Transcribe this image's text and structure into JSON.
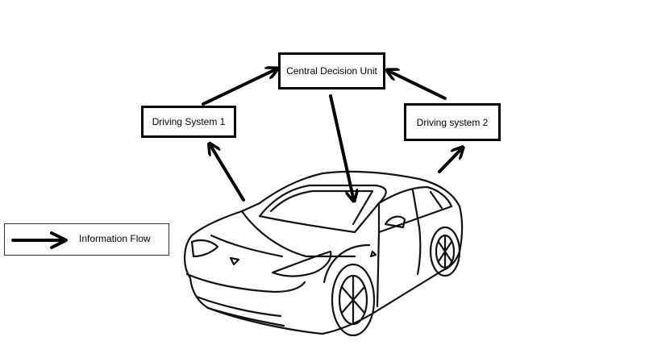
{
  "nodes": {
    "central": "Central Decision Unit",
    "driving_system_1": "Driving System 1",
    "driving_system_2": "Driving system 2"
  },
  "legend": {
    "label": "Information Flow",
    "icon": "arrow-right-icon"
  },
  "image": {
    "subject": "car-illustration"
  },
  "colors": {
    "line": "#000000",
    "background": "#ffffff"
  }
}
